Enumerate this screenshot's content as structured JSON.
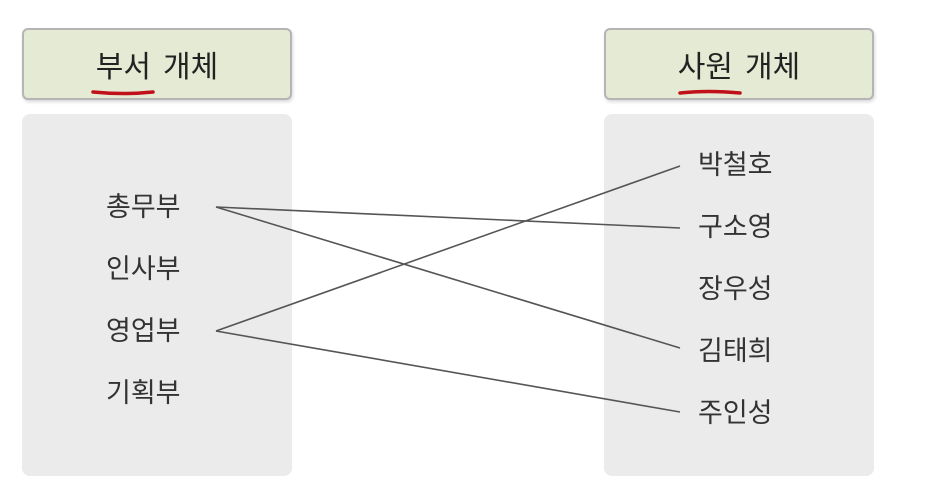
{
  "departments_header": {
    "underlined": "부서",
    "rest": "개체"
  },
  "employees_header": {
    "underlined": "사원",
    "rest": "개체"
  },
  "departments": [
    "총무부",
    "인사부",
    "영업부",
    "기획부"
  ],
  "employees": [
    "박철호",
    "구소영",
    "장우성",
    "김태희",
    "주인성"
  ],
  "links": [
    {
      "from": "총무부",
      "to": "구소영"
    },
    {
      "from": "총무부",
      "to": "김태희"
    },
    {
      "from": "영업부",
      "to": "박철호"
    },
    {
      "from": "영업부",
      "to": "주인성"
    }
  ],
  "colors": {
    "header_fill": "#e4ead3",
    "panel_fill": "#ebebeb",
    "underline_mark": "#c0101a",
    "link_line": "#555555"
  }
}
